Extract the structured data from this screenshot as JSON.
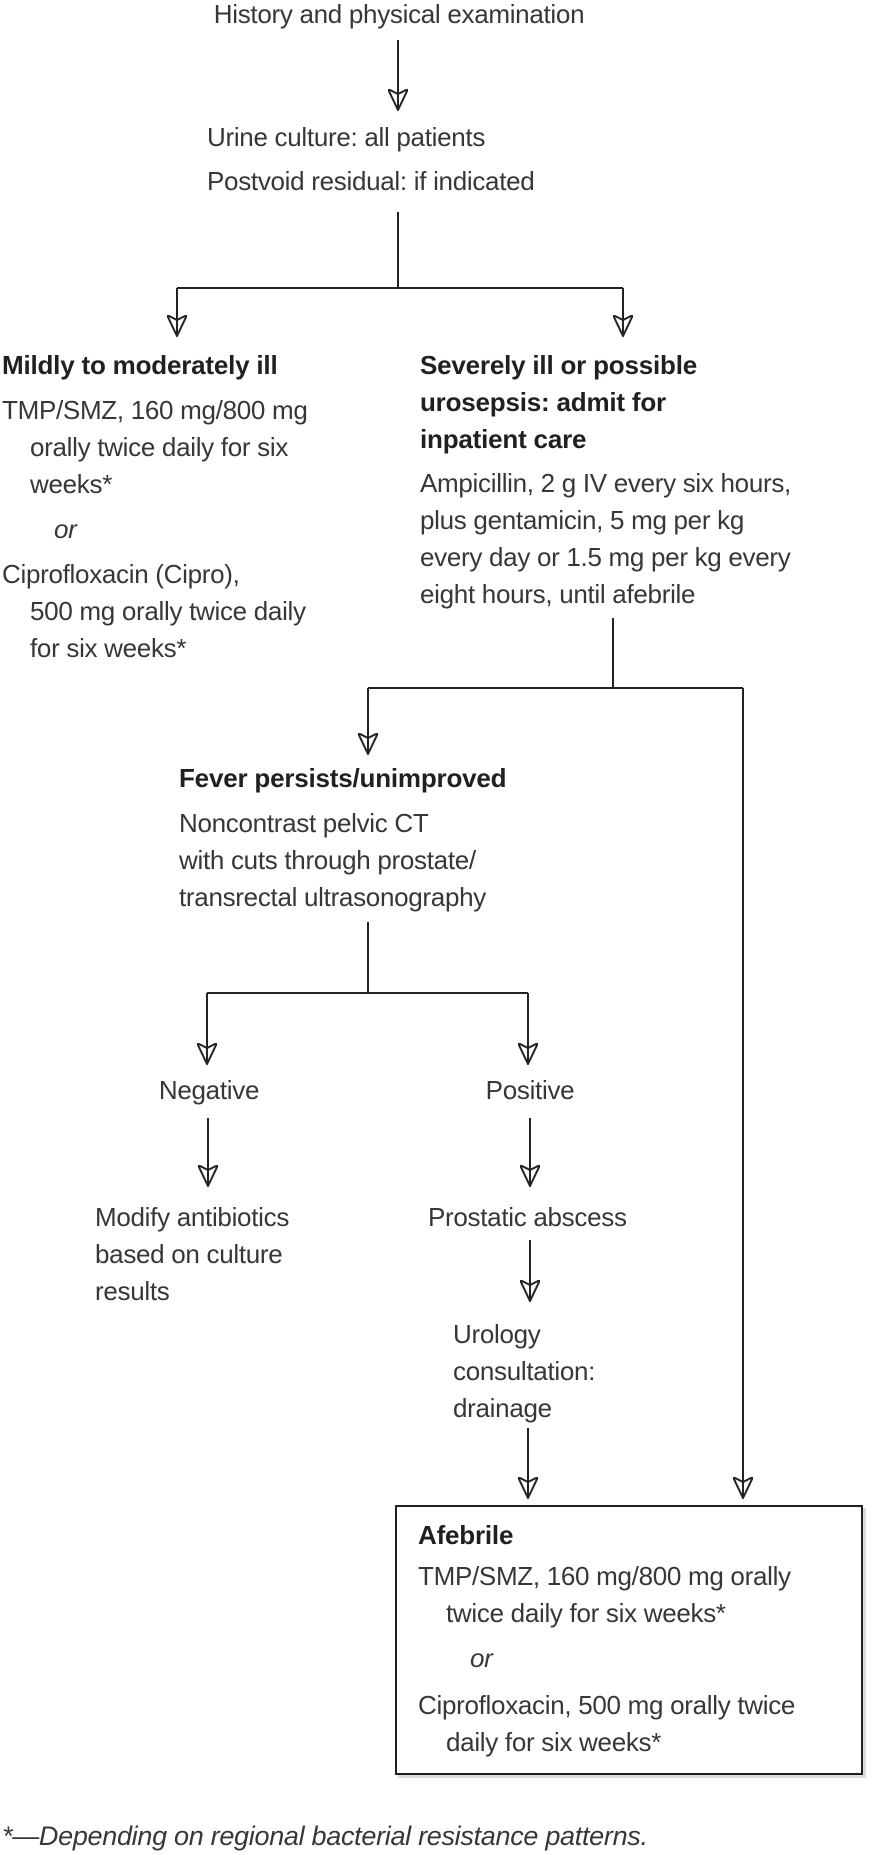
{
  "colors": {
    "background": "#ffffff",
    "text": "#3a3637",
    "heading_text": "#231f20",
    "line": "#262223"
  },
  "flowchart": {
    "title": "History and physical examination",
    "triage": {
      "line1": "Urine culture: all patients",
      "line2": "Postvoid residual: if indicated"
    },
    "mild": {
      "heading": "Mildly to moderately ill",
      "rx1_l1": "TMP/SMZ, 160 mg/800 mg",
      "rx1_l2": "orally twice daily for six",
      "rx1_l3": "weeks*",
      "or": "or",
      "rx2_l1": "Ciprofloxacin (Cipro),",
      "rx2_l2": "500 mg orally twice daily",
      "rx2_l3": "for six weeks*"
    },
    "severe": {
      "heading_l1": "Severely ill or possible",
      "heading_l2": "urosepsis: admit for",
      "heading_l3": "inpatient care",
      "rx_l1": "Ampicillin, 2 g IV every six hours,",
      "rx_l2": "plus gentamicin, 5 mg per kg",
      "rx_l3": "every day or 1.5 mg per kg every",
      "rx_l4": "eight hours, until afebrile"
    },
    "fever": {
      "heading": "Fever persists/unimproved",
      "l1": "Noncontrast pelvic CT",
      "l2": "with cuts through prostate/",
      "l3": "transrectal ultrasonography"
    },
    "negative_label": "Negative",
    "positive_label": "Positive",
    "modify": {
      "l1": "Modify antibiotics",
      "l2": "based on culture",
      "l3": "results"
    },
    "abscess_label": "Prostatic abscess",
    "urology": {
      "l1": "Urology",
      "l2": "consultation:",
      "l3": "drainage"
    },
    "afebrile": {
      "heading": "Afebrile",
      "rx1_l1": "TMP/SMZ, 160 mg/800 mg orally",
      "rx1_l2": "twice daily for six weeks*",
      "or": "or",
      "rx2_l1": "Ciprofloxacin, 500 mg orally twice",
      "rx2_l2": "daily for six weeks*"
    },
    "footnote": "*—Depending on regional bacterial resistance patterns."
  }
}
